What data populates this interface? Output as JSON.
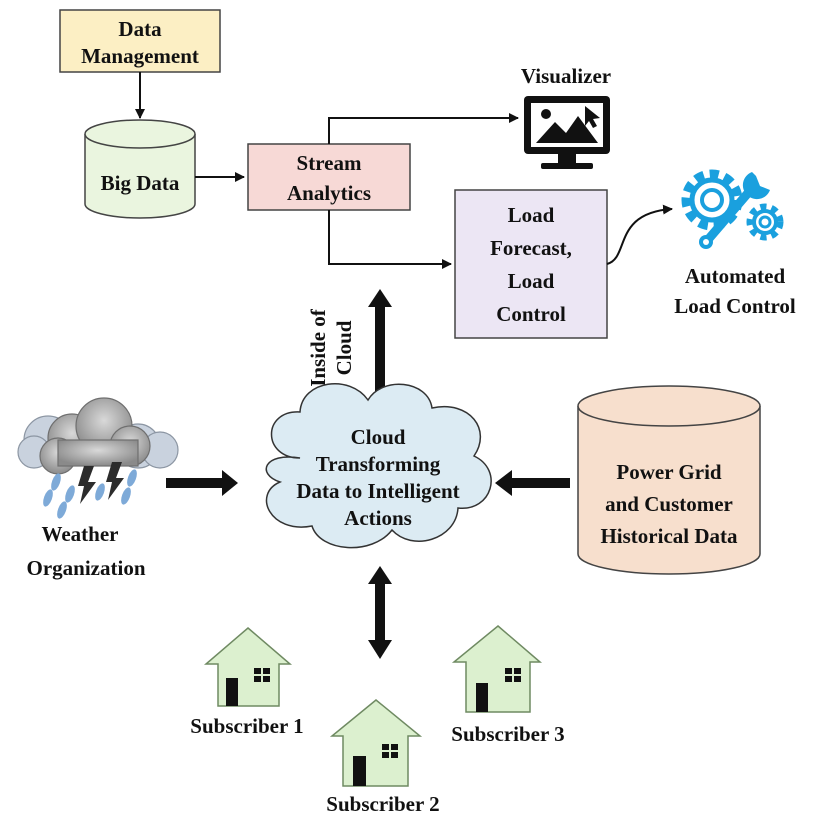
{
  "data_management": {
    "line1": "Data",
    "line2": "Management"
  },
  "big_data": {
    "label": "Big Data"
  },
  "stream_analytics": {
    "line1": "Stream",
    "line2": "Analytics"
  },
  "visualizer": {
    "label": "Visualizer",
    "icon": "monitor-image-icon"
  },
  "load_forecast": {
    "line1": "Load",
    "line2": "Forecast,",
    "line3": "Load",
    "line4": "Control"
  },
  "automated_load_control": {
    "line1": "Automated",
    "line2": "Load Control",
    "icon": "gears-wrench-icon"
  },
  "inside_cloud": {
    "line1": "Inside of",
    "line2": "Cloud"
  },
  "cloud": {
    "line1": "Cloud",
    "line2": "Transforming",
    "line3": "Data to Intelligent",
    "line4": "Actions"
  },
  "weather": {
    "line1": "Weather",
    "line2": "Organization",
    "icon": "storm-cloud-icon"
  },
  "power_grid": {
    "line1": "Power Grid",
    "line2": "and Customer",
    "line3": "Historical Data"
  },
  "subscribers": [
    {
      "label": "Subscriber 1",
      "icon": "house-icon"
    },
    {
      "label": "Subscriber 2",
      "icon": "house-icon"
    },
    {
      "label": "Subscriber 3",
      "icon": "house-icon"
    }
  ],
  "colors": {
    "data_management_fill": "#fcefc4",
    "big_data_fill": "#eaf5df",
    "stream_fill": "#f7d9d6",
    "load_fill": "#ece6f4",
    "cloud_fill": "#dcebf3",
    "power_grid_fill": "#f7dfcd",
    "house_fill": "#dcf0cf",
    "gear_blue": "#1aa0de"
  }
}
